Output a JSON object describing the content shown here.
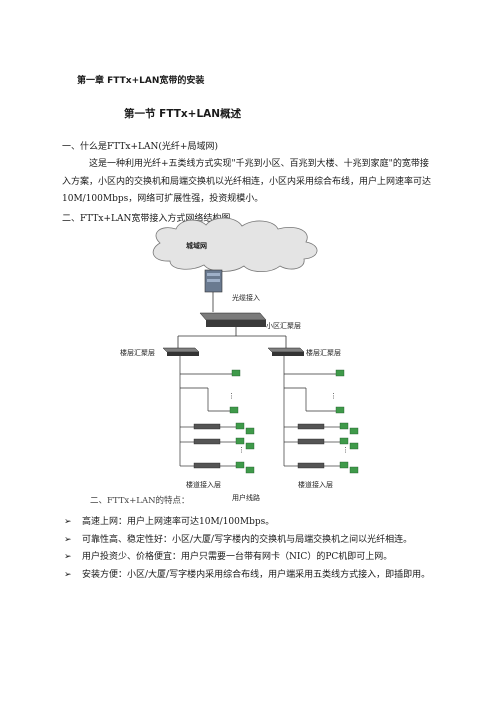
{
  "document": {
    "chapter_title": "第一章  FTTx+LAN宽带的安装",
    "section_title": "第一节  FTTx+LAN概述",
    "heading_1": "一、什么是FTTx+LAN(光纤+局域网)",
    "paragraph_1": "这是一种利用光纤+五类线方式实现\"千兆到小区、百兆到大楼、十兆到家庭\"的宽带接入方案，小区内的交换机和局端交换机以光纤相连，小区内采用综合布线，用户上网速率可达10M/100Mbps，网络可扩展性强，投资规模小。",
    "heading_2": "二、FTTx+LAN宽带接入方式网络结构图",
    "heading_3": "二、FTTx+LAN的特点：",
    "bullets": [
      "高速上网：用户上网速率可达10M/100Mbps。",
      "可靠性高、稳定性好：小区/大厦/写字楼内的交换机与局端交换机之间以光纤相连。",
      "用户投资少、价格便宜：用户只需要一台带有网卡（NIC）的PC机即可上网。",
      "安装方便：小区/大厦/写字楼内采用综合布线，用户端采用五类线方式接入，即插即用。"
    ],
    "bullet_marker": "➢"
  },
  "diagram": {
    "cloud_label": "城域网",
    "fiber_label": "光缆接入",
    "community_label": "小区汇聚层",
    "building_agg_left": "楼层汇聚层",
    "building_agg_right": "楼层汇聚层",
    "floor_access_left": "楼道接入层",
    "floor_access_right": "楼道接入层",
    "user_cable": "用户线路",
    "dots": "⋮"
  }
}
